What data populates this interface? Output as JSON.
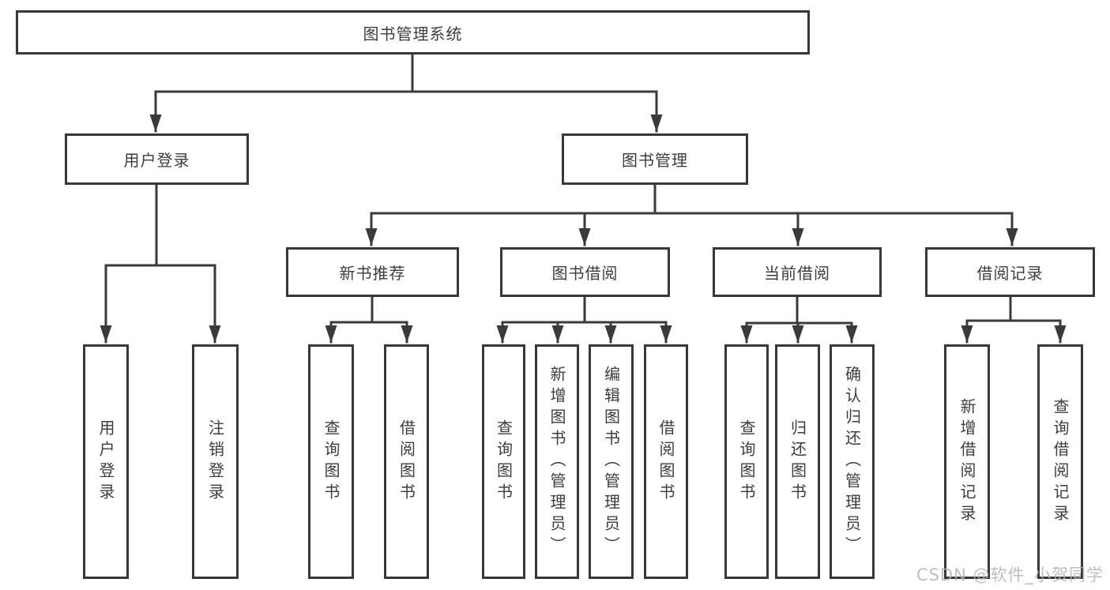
{
  "diagram": {
    "title": "图书管理系统",
    "nodes": {
      "root": {
        "label": "图书管理系统"
      },
      "l2": [
        {
          "label": "用户登录"
        },
        {
          "label": "图书管理"
        }
      ],
      "l3": [
        {
          "label": "新书推荐"
        },
        {
          "label": "图书借阅"
        },
        {
          "label": "当前借阅"
        },
        {
          "label": "借阅记录"
        }
      ],
      "leaves": [
        {
          "label": "用户登录"
        },
        {
          "label": "注销登录"
        },
        {
          "label": "查询图书"
        },
        {
          "label": "借阅图书"
        },
        {
          "label": "查询图书"
        },
        {
          "label": "新增图书（管理员）"
        },
        {
          "label": "编辑图书（管理员）"
        },
        {
          "label": "借阅图书"
        },
        {
          "label": "查询图书"
        },
        {
          "label": "归还图书"
        },
        {
          "label": "确认归还（管理员）"
        },
        {
          "label": "新增借阅记录"
        },
        {
          "label": "查询借阅记录"
        }
      ]
    },
    "colors": {
      "line": "#3a3a3a",
      "box_border": "#383838",
      "text": "#3d3d3d",
      "background": "#ffffff",
      "watermark": "#b3b3b3"
    }
  },
  "watermark": {
    "text": "CSDN @软件_小贺同学"
  }
}
